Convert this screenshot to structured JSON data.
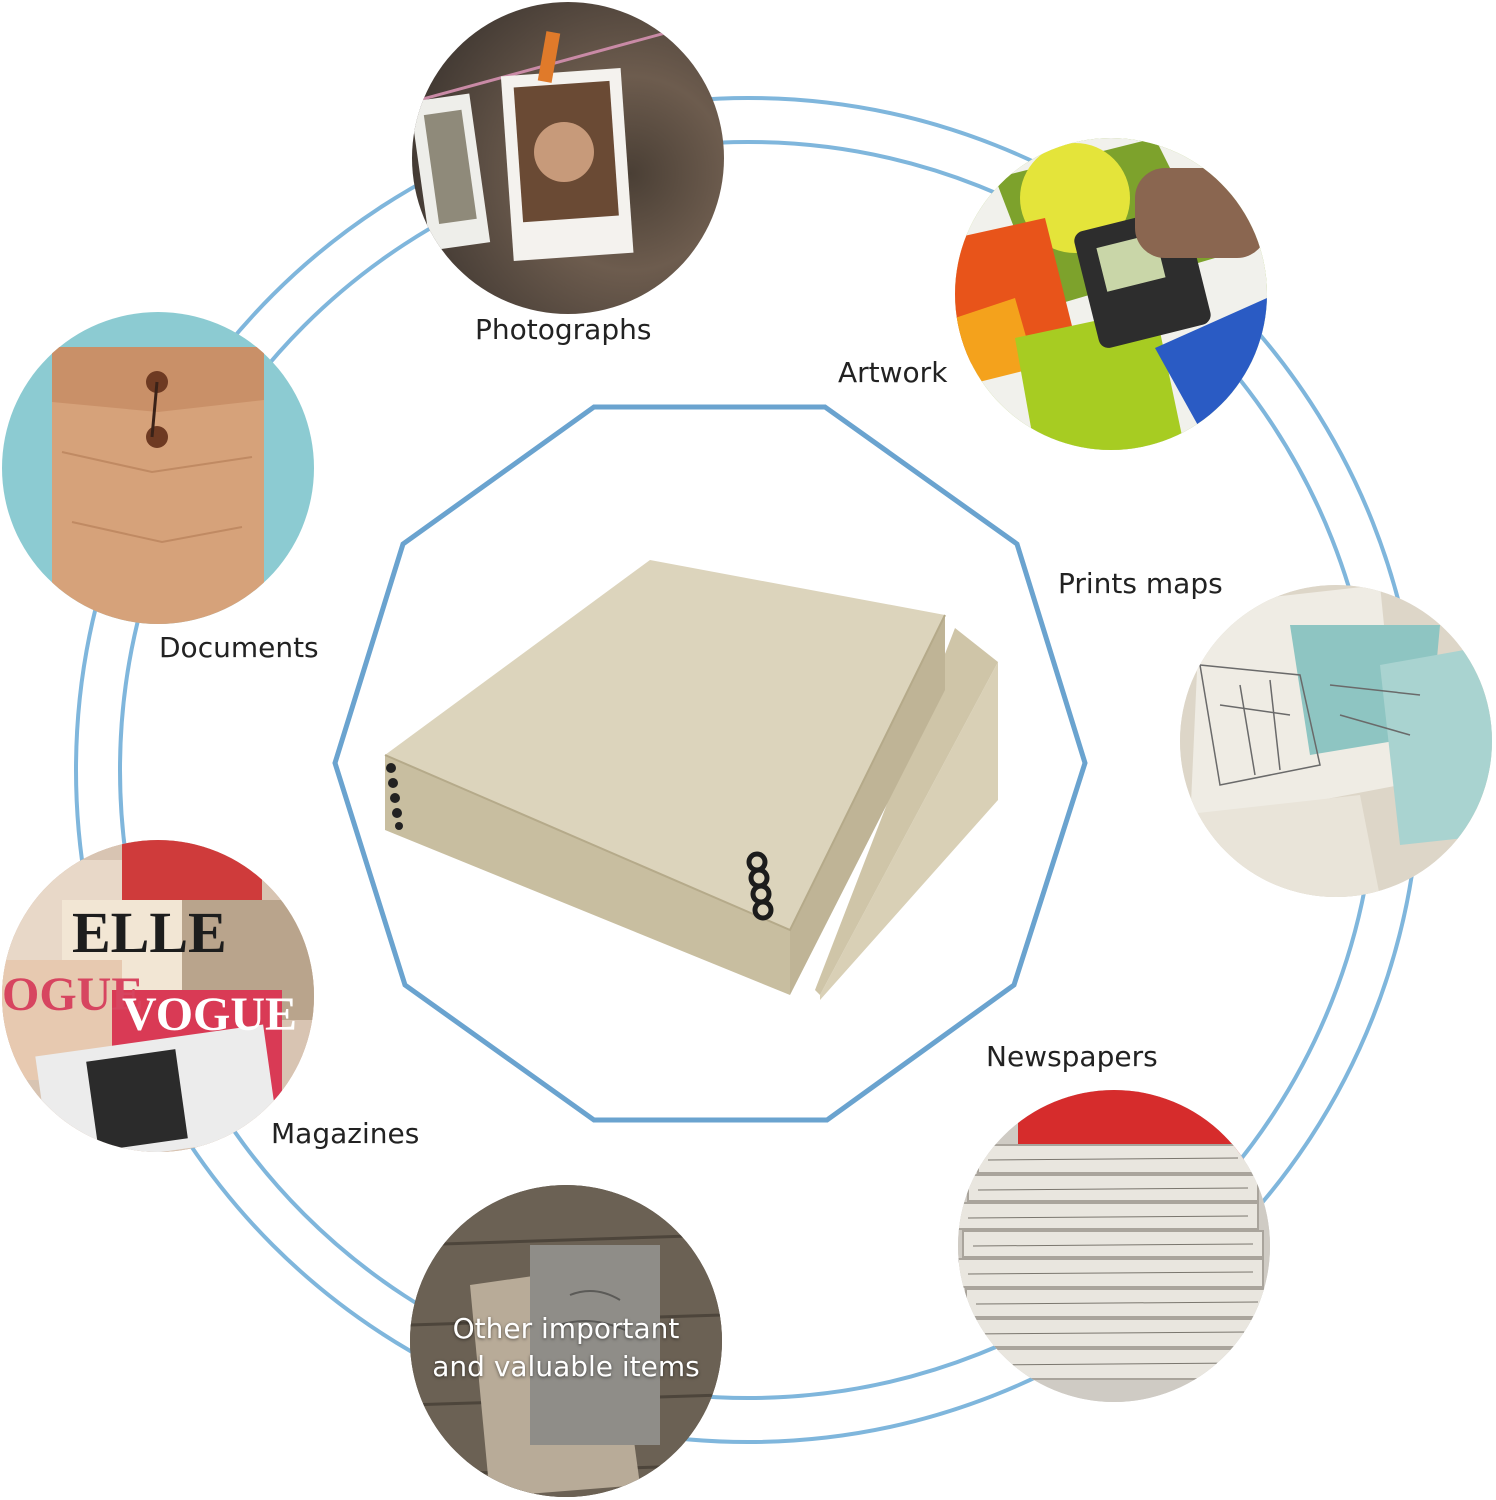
{
  "colors": {
    "ring": "#7fb6dc",
    "decagon": "#6aa3cf",
    "box": "#d7cfb4"
  },
  "categories": {
    "photographs": "Photographs",
    "artwork": "Artwork",
    "documents": "Documents",
    "prints_maps": "Prints maps",
    "magazines": "Magazines",
    "newspapers": "Newspapers",
    "other_line1": "Other important",
    "other_line2": "and valuable items"
  }
}
